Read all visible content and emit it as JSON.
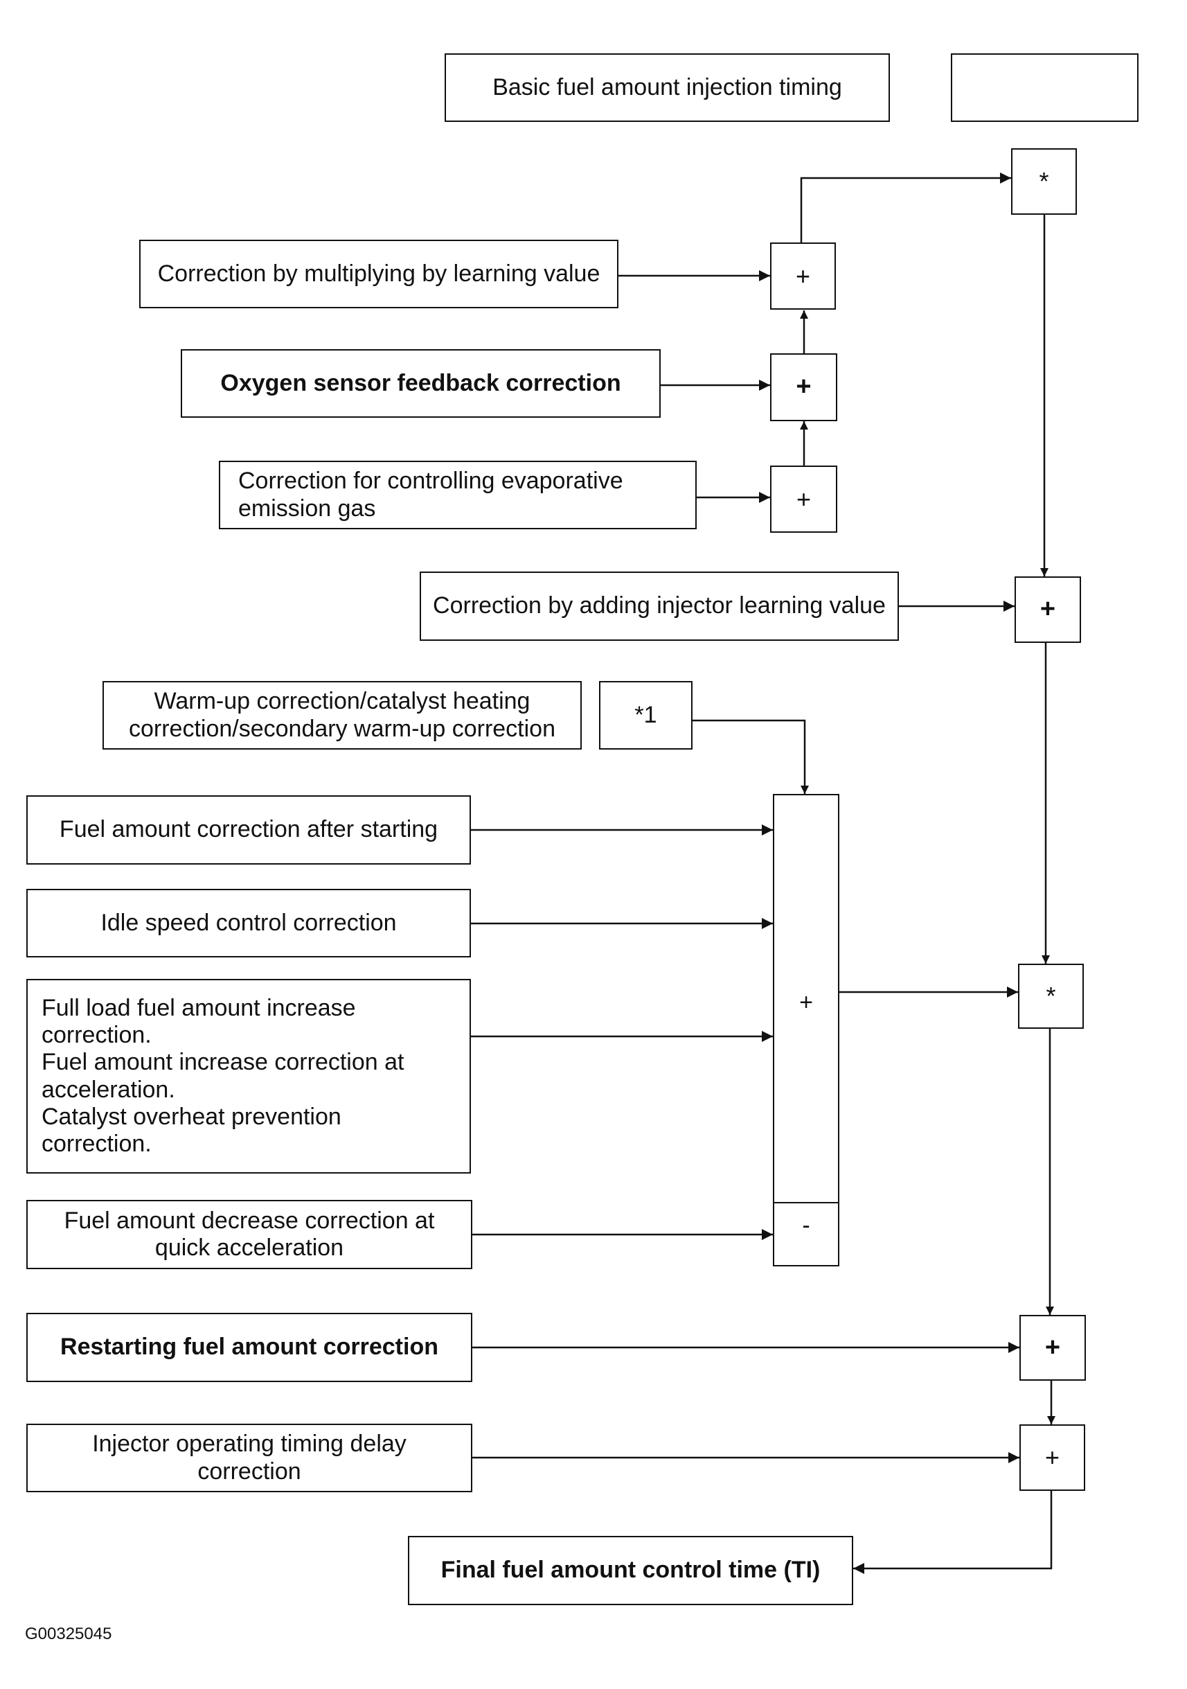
{
  "figure_id": "G00325045",
  "boxes": {
    "basic_fuel": "Basic fuel amount injection timing",
    "blank_box": "",
    "mult_learning": "Correction by multiplying by learning value",
    "o2_feedback": "Oxygen sensor feedback correction",
    "evap_line1": "Correction for controlling evaporative",
    "evap_line2": "emission gas",
    "injector_learning": "Correction by adding injector learning value",
    "warmup_line1": "Warm-up correction/catalyst heating",
    "warmup_line2": "correction/secondary warm-up correction",
    "note_ref": "*1",
    "after_start": "Fuel amount correction after starting",
    "idle_speed": "Idle speed control correction",
    "full_load_line1": "Full load fuel amount increase",
    "full_load_line2": "correction.",
    "full_load_line3": "Fuel amount increase correction at",
    "full_load_line4": "acceleration.",
    "full_load_line5": "Catalyst overheat prevention",
    "full_load_line6": "correction.",
    "quick_decel_line1": "Fuel amount decrease correction at",
    "quick_decel_line2": "quick acceleration",
    "restart": "Restarting fuel amount correction",
    "inj_delay_line1": "Injector operating timing delay",
    "inj_delay_line2": "correction",
    "final": "Final fuel amount control time (TI)"
  },
  "operators": {
    "multiply_top": "*",
    "plus_learning": "+",
    "plus_o2": "+",
    "plus_evap": "+",
    "plus_injector": "+",
    "sum_plus": "+",
    "sum_minus": "-",
    "multiply_mid": "*",
    "plus_restart": "+",
    "plus_delay": "+"
  }
}
